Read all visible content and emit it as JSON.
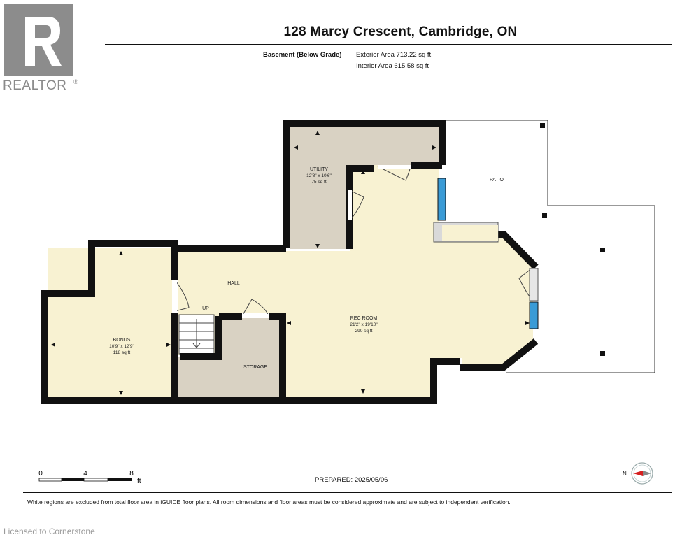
{
  "header": {
    "title": "128 Marcy Crescent, Cambridge, ON",
    "floor_label": "Basement (Below Grade)",
    "exterior_area": "Exterior Area 713.22 sq ft",
    "interior_area": "Interior Area 615.58 sq ft"
  },
  "branding": {
    "realtor_word": "REALTOR",
    "realtor_reg": "®",
    "watermark": "Licensed to Cornerstone"
  },
  "rooms": {
    "utility": {
      "name": "UTILITY",
      "dims": "12'8\" x 10'6\"",
      "area": "75 sq ft"
    },
    "patio": {
      "name": "PATIO"
    },
    "hall": {
      "name": "HALL"
    },
    "up": {
      "name": "UP"
    },
    "rec_room": {
      "name": "REC ROOM",
      "dims": "21'2\" x 19'10\"",
      "area": "290 sq ft"
    },
    "bonus": {
      "name": "BONUS",
      "dims": "10'9\" x 12'9\"",
      "area": "118 sq ft"
    },
    "storage": {
      "name": "STORAGE"
    }
  },
  "scale": {
    "ticks": [
      "0",
      "4",
      "8"
    ],
    "unit": "ft"
  },
  "prepared": "PREPARED: 2025/05/06",
  "compass": {
    "label": "N"
  },
  "footer_note": "White regions are excluded from total floor area in iGUIDE floor plans. All room dimensions and floor areas must be considered approximate and are subject to independent verification.",
  "colors": {
    "beige": "#d9d2c3",
    "cream": "#f8f2d2",
    "wall": "#111111",
    "window": "#3a9bd6"
  }
}
